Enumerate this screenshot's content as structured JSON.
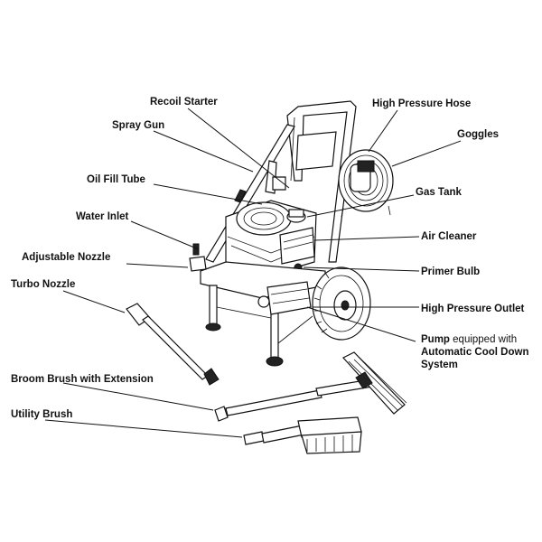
{
  "labels": {
    "recoil_starter": "Recoil Starter",
    "spray_gun": "Spray Gun",
    "oil_fill_tube": "Oil Fill Tube",
    "water_inlet": "Water Inlet",
    "adjustable_nozzle": "Adjustable Nozzle",
    "turbo_nozzle": "Turbo Nozzle",
    "broom_brush": "Broom Brush with Extension",
    "utility_brush": "Utility Brush",
    "high_pressure_hose": "High Pressure Hose",
    "goggles": "Goggles",
    "gas_tank": "Gas Tank",
    "air_cleaner": "Air Cleaner",
    "primer_bulb": "Primer Bulb",
    "high_pressure_outlet": "High Pressure Outlet",
    "pump_bold": "Pump",
    "pump_rest": " equipped with",
    "pump_line2": "Automatic Cool Down",
    "pump_line3": "System"
  }
}
